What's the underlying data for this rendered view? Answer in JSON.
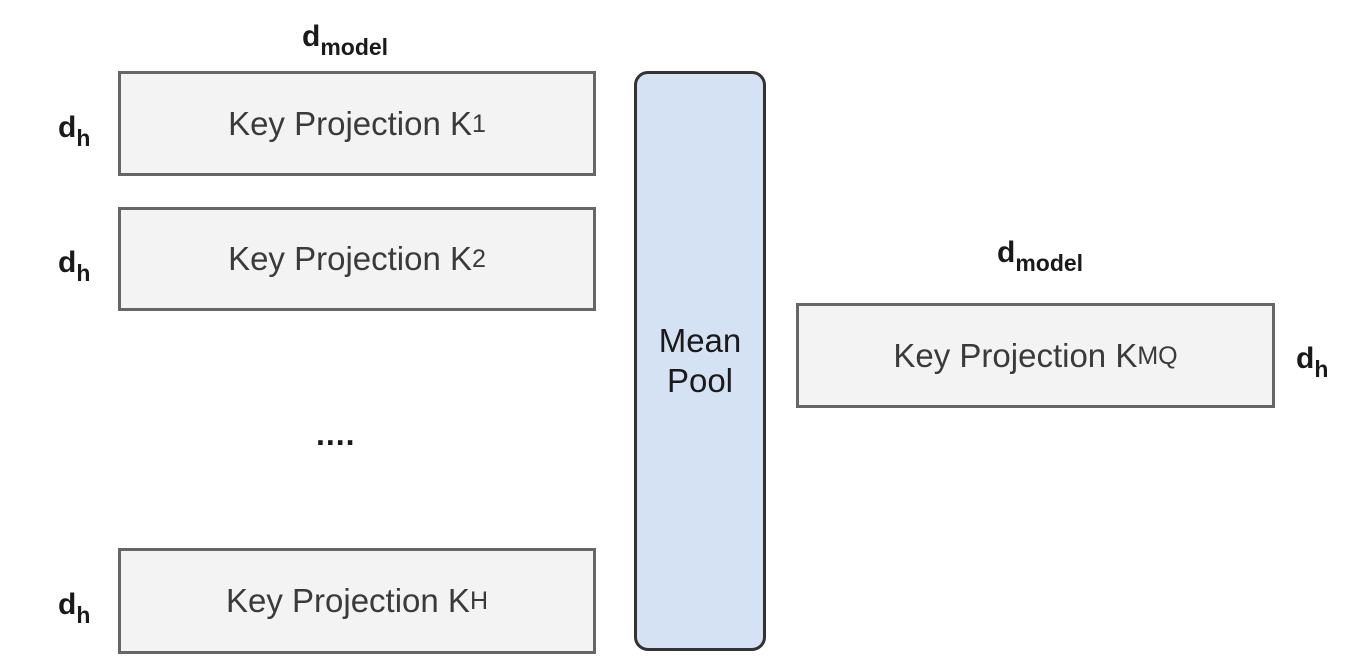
{
  "left": {
    "top_dim": {
      "base": "d",
      "sub": "model"
    },
    "rows": [
      {
        "dim": {
          "base": "d",
          "sub": "h"
        },
        "label": "Key Projection K",
        "sub": "1"
      },
      {
        "dim": {
          "base": "d",
          "sub": "h"
        },
        "label": "Key Projection K",
        "sub": "2"
      },
      {
        "dim": {
          "base": "d",
          "sub": "h"
        },
        "label": "Key Projection K",
        "sub": "H"
      }
    ],
    "ellipsis": "...."
  },
  "pool": {
    "line1": "Mean",
    "line2": "Pool"
  },
  "right": {
    "top_dim": {
      "base": "d",
      "sub": "model"
    },
    "label": "Key Projection K",
    "sub": "MQ",
    "side_dim": {
      "base": "d",
      "sub": "h"
    }
  }
}
